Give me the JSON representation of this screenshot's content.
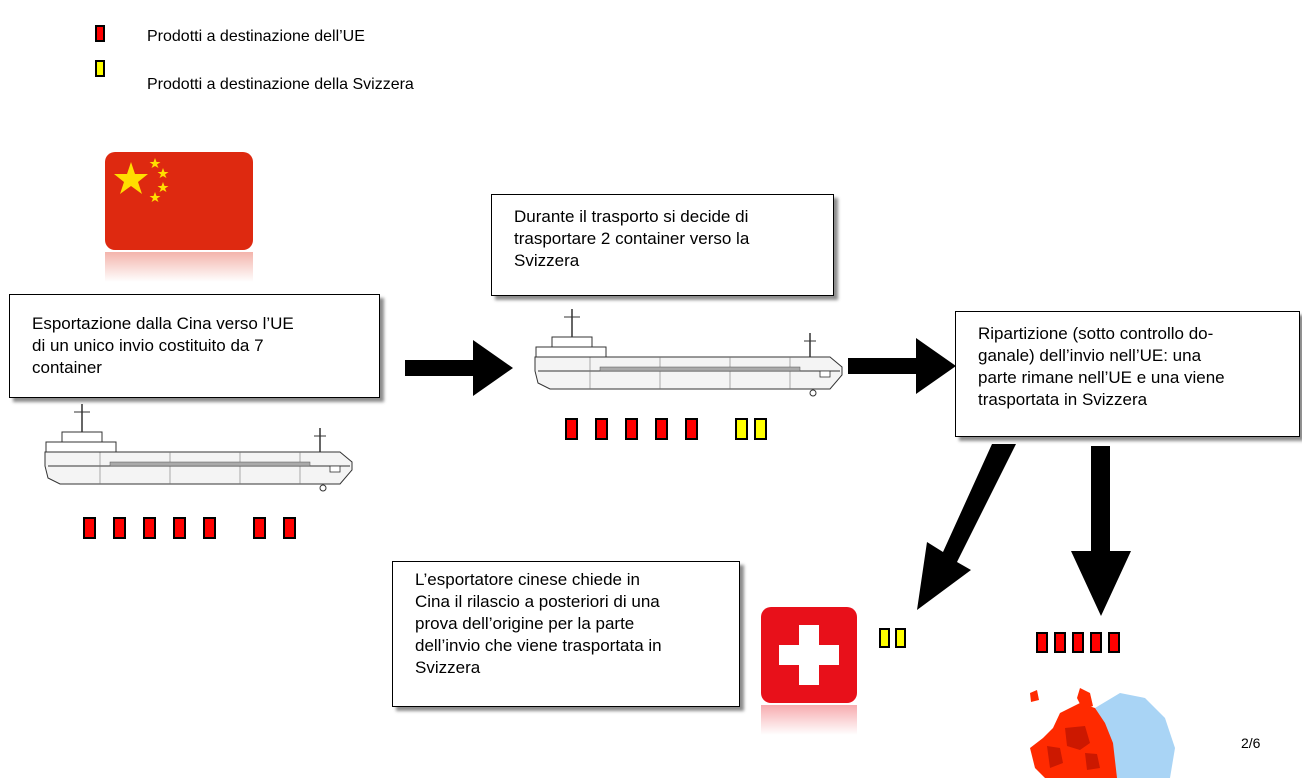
{
  "legend": [
    {
      "label": "Prodotti a destinazione dell’UE",
      "color": "#ff0000"
    },
    {
      "label": "Prodotti a destinazione della Svizzera",
      "color": "#ffff00"
    }
  ],
  "boxes": {
    "export": [
      "Esportazione dalla Cina verso l’UE",
      "di un unico invio costituito da 7",
      "container"
    ],
    "transport": [
      "Durante il trasporto si decide di",
      "trasportare 2 container verso la",
      "Svizzera"
    ],
    "split": [
      "Ripartizione (sotto controllo do-",
      "ganale) dell’invio nell’UE: una",
      "parte rimane nell’UE e una viene",
      "trasportata in Svizzera"
    ],
    "exporter": [
      "L’esportatore cinese chiede in",
      "Cina il rilascio a posteriori di una",
      "prova dell’origine per la parte",
      "dell’invio che viene trasportata in",
      "Svizzera"
    ]
  },
  "groups": {
    "ship1": {
      "red": 5,
      "yellow": 0,
      "red_after_gap": 2
    },
    "ship2": {
      "red": 5,
      "yellow": 2
    },
    "switzerland": {
      "yellow": 2
    },
    "eu": {
      "red": 5
    }
  },
  "icons": {
    "china_flag": "china-flag-icon",
    "swiss_flag": "swiss-flag-icon",
    "ship": "cargo-ship-icon",
    "eu_map": "europe-map-icon",
    "arrow": "arrow-icon"
  },
  "colors": {
    "red": "#ff0000",
    "yellow": "#ffff00",
    "china_red": "#de2910",
    "china_star": "#ffde00",
    "swiss_red": "#e8101a",
    "map_red": "#ff2a00",
    "map_blue": "#a9d4f5"
  },
  "page_number": "2/6"
}
